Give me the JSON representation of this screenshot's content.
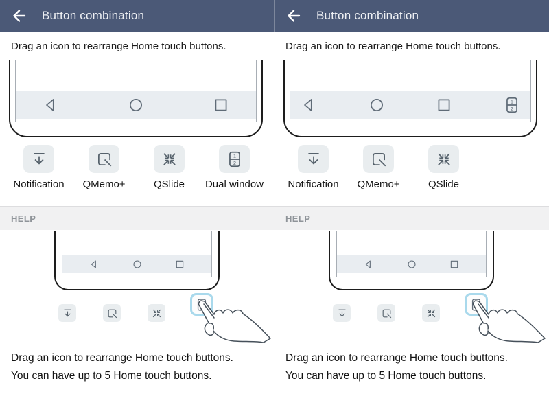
{
  "colors": {
    "appbar_bg": "#4b5977",
    "appbar_text": "#eef0f4",
    "navbar_bg": "#e9edf1",
    "icon_stroke": "#56626c",
    "tray_box_bg": "#e9edef",
    "help_band_bg": "#f1f1f2",
    "help_heading_text": "#8f9499",
    "highlight_border": "#a9d9ec",
    "phone_outline": "#1d1d1d"
  },
  "panels": [
    {
      "appbar": {
        "back_icon": "back-arrow",
        "title": "Button combination"
      },
      "instruction": "Drag an icon to rearrange Home touch buttons.",
      "phone_preview": {
        "nav_buttons": [
          "back",
          "home",
          "recent"
        ]
      },
      "tray": [
        {
          "icon": "notification",
          "label": "Notification"
        },
        {
          "icon": "qmemo",
          "label": "QMemo+"
        },
        {
          "icon": "qslide",
          "label": "QSlide"
        },
        {
          "icon": "dualwindow",
          "label": "Dual window"
        }
      ],
      "help": {
        "heading": "HELP",
        "phone_preview": {
          "nav_buttons": [
            "back",
            "home",
            "recent"
          ]
        },
        "tray_icons": [
          "notification",
          "qmemo",
          "qslide"
        ],
        "highlighted_icon": "dualwindow",
        "hand_icon": "pointing-hand",
        "text_lines": [
          "Drag an icon to rearrange Home touch buttons.",
          "You can have up to 5 Home touch buttons."
        ]
      }
    },
    {
      "appbar": {
        "back_icon": "back-arrow",
        "title": "Button combination"
      },
      "instruction": "Drag an icon to rearrange Home touch buttons.",
      "phone_preview": {
        "nav_buttons": [
          "back",
          "home",
          "recent",
          "dualwindow"
        ]
      },
      "tray": [
        {
          "icon": "notification",
          "label": "Notification"
        },
        {
          "icon": "qmemo",
          "label": "QMemo+"
        },
        {
          "icon": "qslide",
          "label": "QSlide"
        }
      ],
      "help": {
        "heading": "HELP",
        "phone_preview": {
          "nav_buttons": [
            "back",
            "home",
            "recent"
          ]
        },
        "tray_icons": [
          "notification",
          "qmemo",
          "qslide"
        ],
        "highlighted_icon": "dualwindow",
        "hand_icon": "pointing-hand",
        "text_lines": [
          "Drag an icon to rearrange Home touch buttons.",
          "You can have up to 5 Home touch buttons."
        ]
      }
    }
  ]
}
